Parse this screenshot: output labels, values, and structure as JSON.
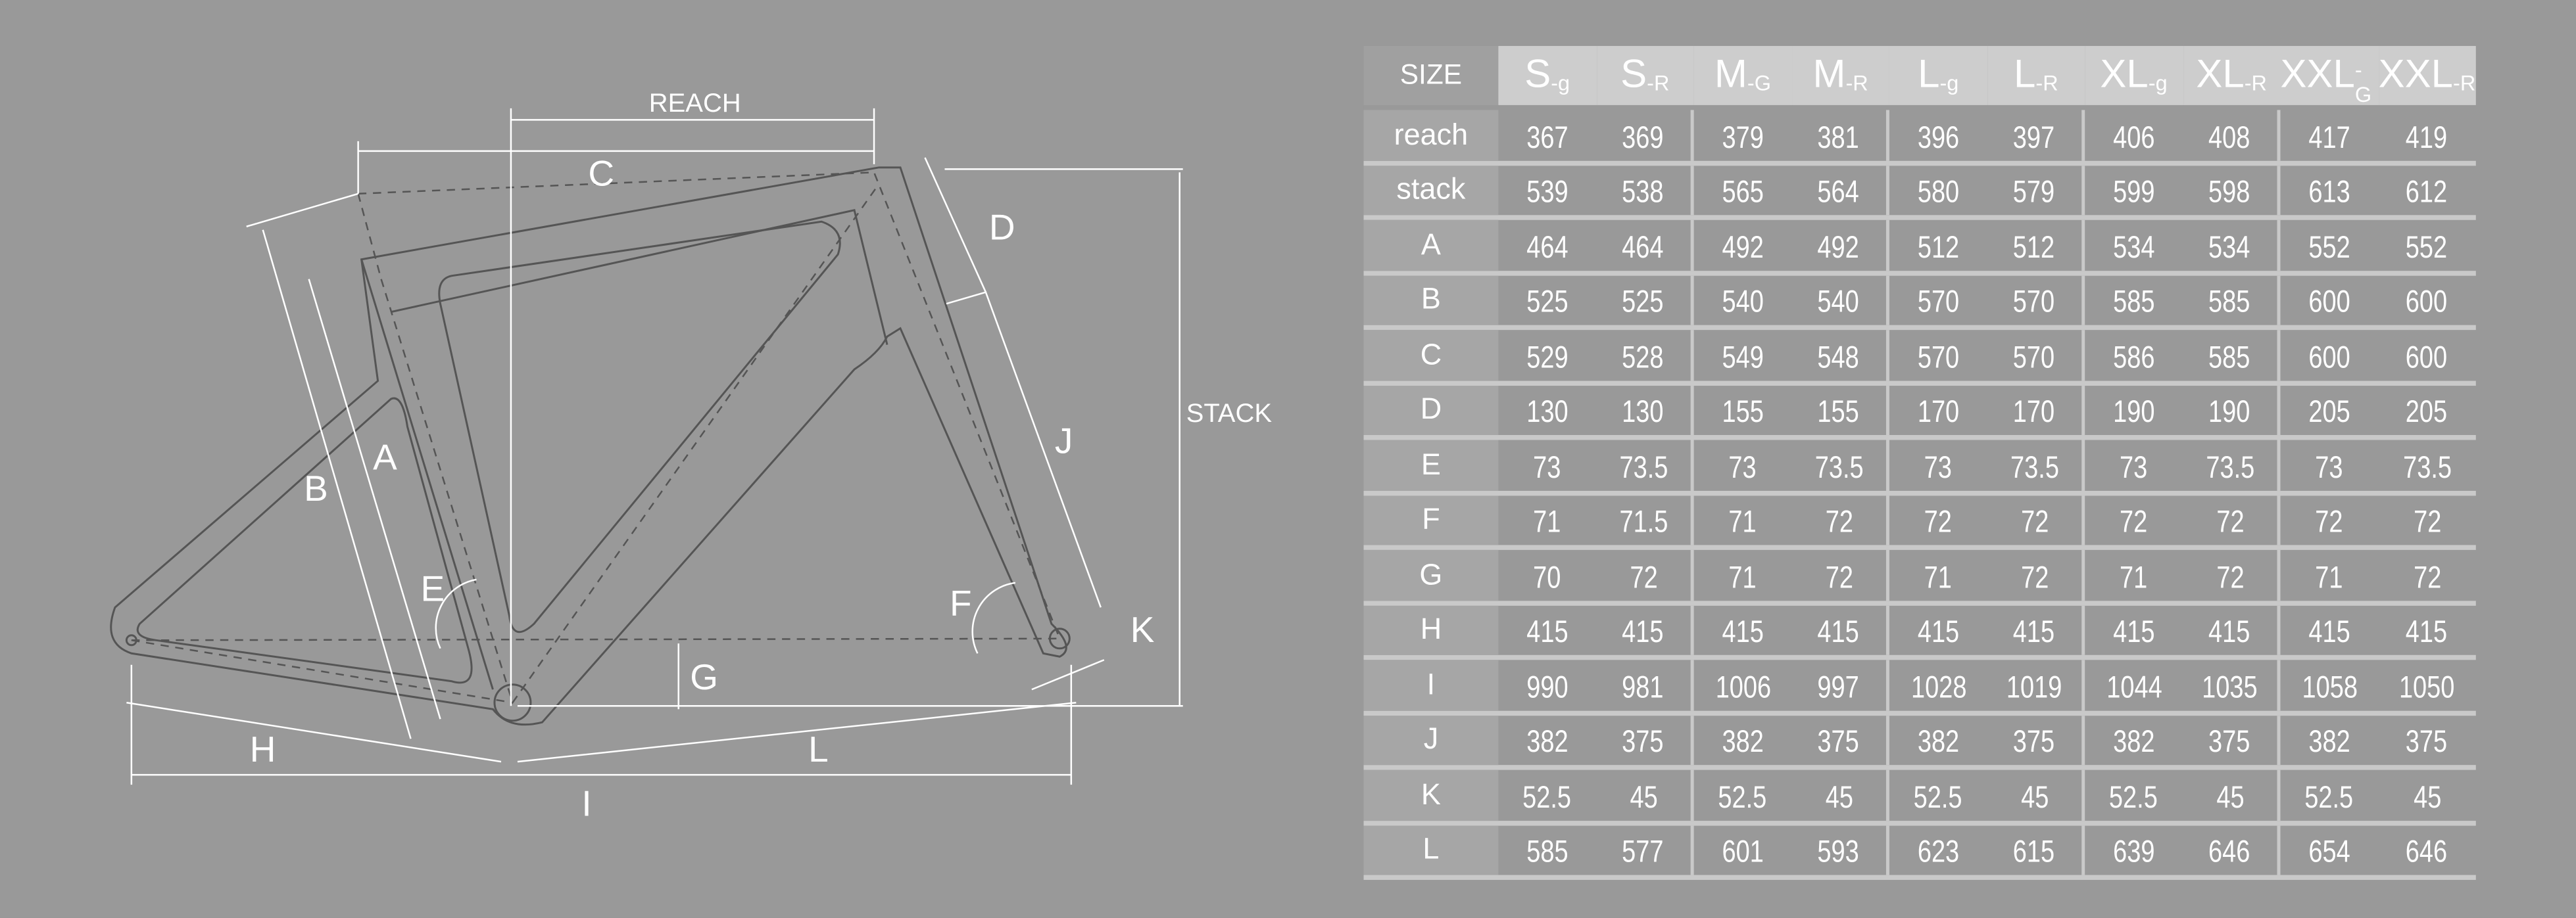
{
  "diagram": {
    "labels": {
      "reach": "REACH",
      "stack": "STACK",
      "A": "A",
      "B": "B",
      "C": "C",
      "D": "D",
      "E": "E",
      "F": "F",
      "G": "G",
      "H": "H",
      "I": "I",
      "J": "J",
      "K": "K",
      "L": "L"
    }
  },
  "table": {
    "size_header": "SIZE",
    "columns": [
      {
        "main": "S",
        "sub": "-g"
      },
      {
        "main": "S",
        "sub": "-R"
      },
      {
        "main": "M",
        "sub": "-G"
      },
      {
        "main": "M",
        "sub": "-R"
      },
      {
        "main": "L",
        "sub": "-g"
      },
      {
        "main": "L",
        "sub": "-R"
      },
      {
        "main": "XL",
        "sub": "-g"
      },
      {
        "main": "XL",
        "sub": "-R"
      },
      {
        "main": "XXL",
        "sub": "-G"
      },
      {
        "main": "XXL",
        "sub": "-R"
      }
    ],
    "rows": [
      {
        "label": "reach",
        "values": [
          "367",
          "369",
          "379",
          "381",
          "396",
          "397",
          "406",
          "408",
          "417",
          "419"
        ]
      },
      {
        "label": "stack",
        "values": [
          "539",
          "538",
          "565",
          "564",
          "580",
          "579",
          "599",
          "598",
          "613",
          "612"
        ]
      },
      {
        "label": "A",
        "values": [
          "464",
          "464",
          "492",
          "492",
          "512",
          "512",
          "534",
          "534",
          "552",
          "552"
        ]
      },
      {
        "label": "B",
        "values": [
          "525",
          "525",
          "540",
          "540",
          "570",
          "570",
          "585",
          "585",
          "600",
          "600"
        ]
      },
      {
        "label": "C",
        "values": [
          "529",
          "528",
          "549",
          "548",
          "570",
          "570",
          "586",
          "585",
          "600",
          "600"
        ]
      },
      {
        "label": "D",
        "values": [
          "130",
          "130",
          "155",
          "155",
          "170",
          "170",
          "190",
          "190",
          "205",
          "205"
        ]
      },
      {
        "label": "E",
        "values": [
          "73",
          "73.5",
          "73",
          "73.5",
          "73",
          "73.5",
          "73",
          "73.5",
          "73",
          "73.5"
        ]
      },
      {
        "label": "F",
        "values": [
          "71",
          "71.5",
          "71",
          "72",
          "72",
          "72",
          "72",
          "72",
          "72",
          "72"
        ]
      },
      {
        "label": "G",
        "values": [
          "70",
          "72",
          "71",
          "72",
          "71",
          "72",
          "71",
          "72",
          "71",
          "72"
        ]
      },
      {
        "label": "H",
        "values": [
          "415",
          "415",
          "415",
          "415",
          "415",
          "415",
          "415",
          "415",
          "415",
          "415"
        ]
      },
      {
        "label": "I",
        "values": [
          "990",
          "981",
          "1006",
          "997",
          "1028",
          "1019",
          "1044",
          "1035",
          "1058",
          "1050"
        ]
      },
      {
        "label": "J",
        "values": [
          "382",
          "375",
          "382",
          "375",
          "382",
          "375",
          "382",
          "375",
          "382",
          "375"
        ]
      },
      {
        "label": "K",
        "values": [
          "52.5",
          "45",
          "52.5",
          "45",
          "52.5",
          "45",
          "52.5",
          "45",
          "52.5",
          "45"
        ]
      },
      {
        "label": "L",
        "values": [
          "585",
          "577",
          "601",
          "593",
          "623",
          "615",
          "639",
          "646",
          "654",
          "646"
        ]
      }
    ]
  }
}
